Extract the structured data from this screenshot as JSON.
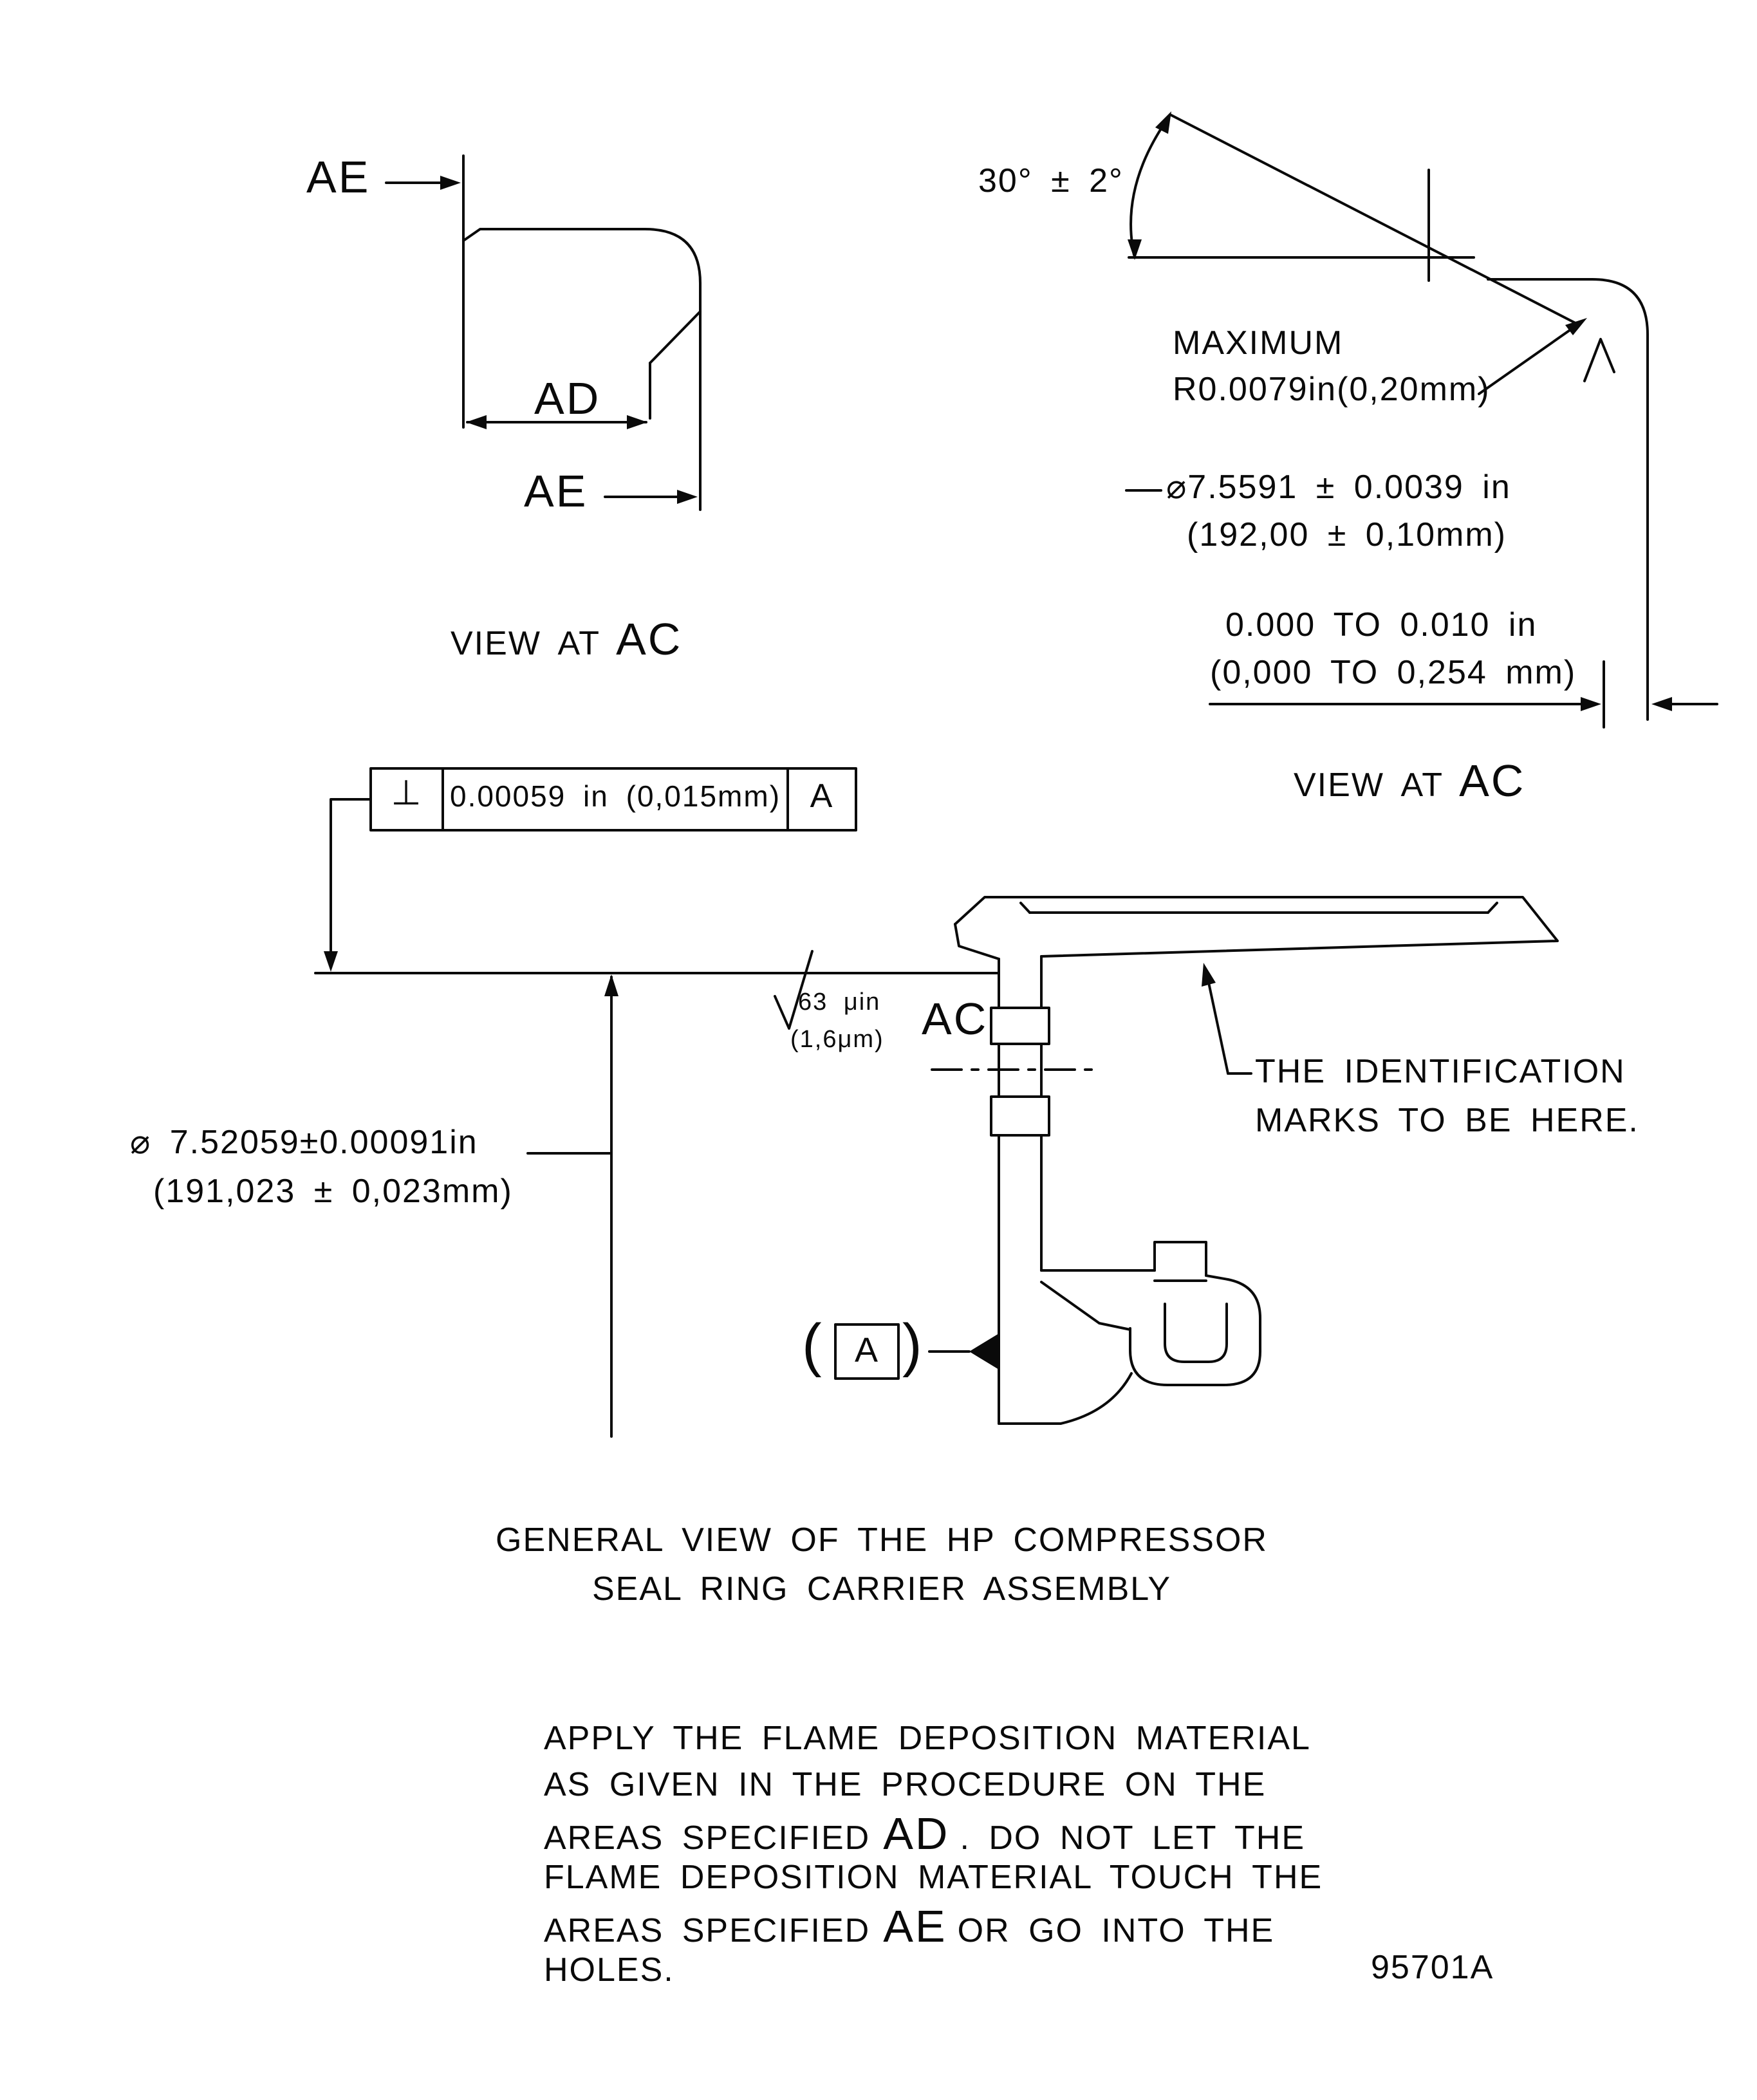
{
  "page": {
    "figure_number": "95701A"
  },
  "view_left": {
    "ae_top": "AE",
    "ad": "AD",
    "ae_bottom": "AE",
    "caption_prefix": "VIEW AT",
    "caption_code": "AC"
  },
  "view_right": {
    "angle": "30° ± 2°",
    "max_label": "MAXIMUM",
    "radius": "R0.0079in(0,20mm)",
    "dia_in": "⌀7.5591 ± 0.0039 in",
    "dia_mm": "(192,00 ± 0,10mm)",
    "gap_in": "0.000 TO 0.010 in",
    "gap_mm": "(0,000 TO 0,254 mm)",
    "caption_prefix": "VIEW AT",
    "caption_code": "AC"
  },
  "fcf": {
    "symbol": "⊥",
    "tolerance": "0.00059 in (0,015mm)",
    "datum": "A"
  },
  "main": {
    "surface_finish_uin": "63 μin",
    "surface_finish_um": "(1,6μm)",
    "section_code": "AC",
    "dia_in": "⌀ 7.52059±0.00091in",
    "dia_mm": "(191,023 ± 0,023mm)",
    "id_marks_line1": "THE IDENTIFICATION",
    "id_marks_line2": "MARKS TO BE HERE.",
    "paren_open": "(",
    "datum_letter": "A",
    "paren_close": ")"
  },
  "caption": {
    "line1": "GENERAL VIEW OF THE HP COMPRESSOR",
    "line2": "SEAL RING CARRIER ASSEMBLY"
  },
  "note": {
    "line1": "APPLY THE FLAME DEPOSITION MATERIAL",
    "line2": "AS GIVEN IN THE PROCEDURE ON THE",
    "line3_pre": "AREAS SPECIFIED",
    "line3_code": "AD",
    "line3_post": ". DO NOT LET THE",
    "line4": "FLAME DEPOSITION MATERIAL TOUCH THE",
    "line5_pre": "AREAS SPECIFIED",
    "line5_code": "AE",
    "line5_post": "OR GO INTO THE",
    "line6": "HOLES."
  }
}
